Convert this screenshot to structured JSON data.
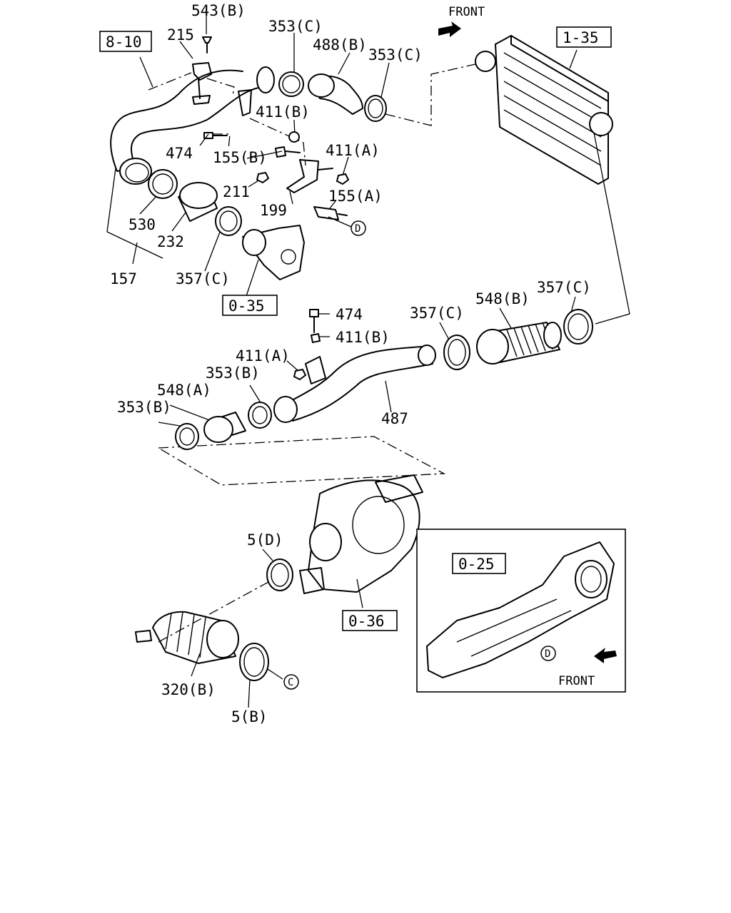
{
  "labels": {
    "p543b": "543(B)",
    "p215": "215",
    "p353c_a": "353(C)",
    "p488b": "488(B)",
    "p353c_b": "353(C)",
    "p411b_a": "411(B)",
    "p474_a": "474",
    "p155b": "155(B)",
    "p411a_a": "411(A)",
    "p211": "211",
    "p155a": "155(A)",
    "p199": "199",
    "p530": "530",
    "p232": "232",
    "p157": "157",
    "p357c_a": "357(C)",
    "p474_b": "474",
    "p411b_b": "411(B)",
    "p357c_b": "357(C)",
    "p548b": "548(B)",
    "p357c_c": "357(C)",
    "p411a_b": "411(A)",
    "p353b_a": "353(B)",
    "p548a": "548(A)",
    "p353b_b": "353(B)",
    "p487": "487",
    "p5d": "5(D)",
    "p320b": "320(B)",
    "p5b": "5(B)"
  },
  "refs": {
    "r810": "8-10",
    "r135": "1-35",
    "r035": "0-35",
    "r036": "0-36",
    "r025": "0-25"
  },
  "front": {
    "top": "FRONT",
    "inset": "FRONT"
  },
  "markers": {
    "d": "D",
    "c": "C",
    "d_inset": "D"
  },
  "icons": {
    "front_arrow_top": "front-arrow-icon",
    "front_arrow_inset": "front-arrow-icon"
  }
}
